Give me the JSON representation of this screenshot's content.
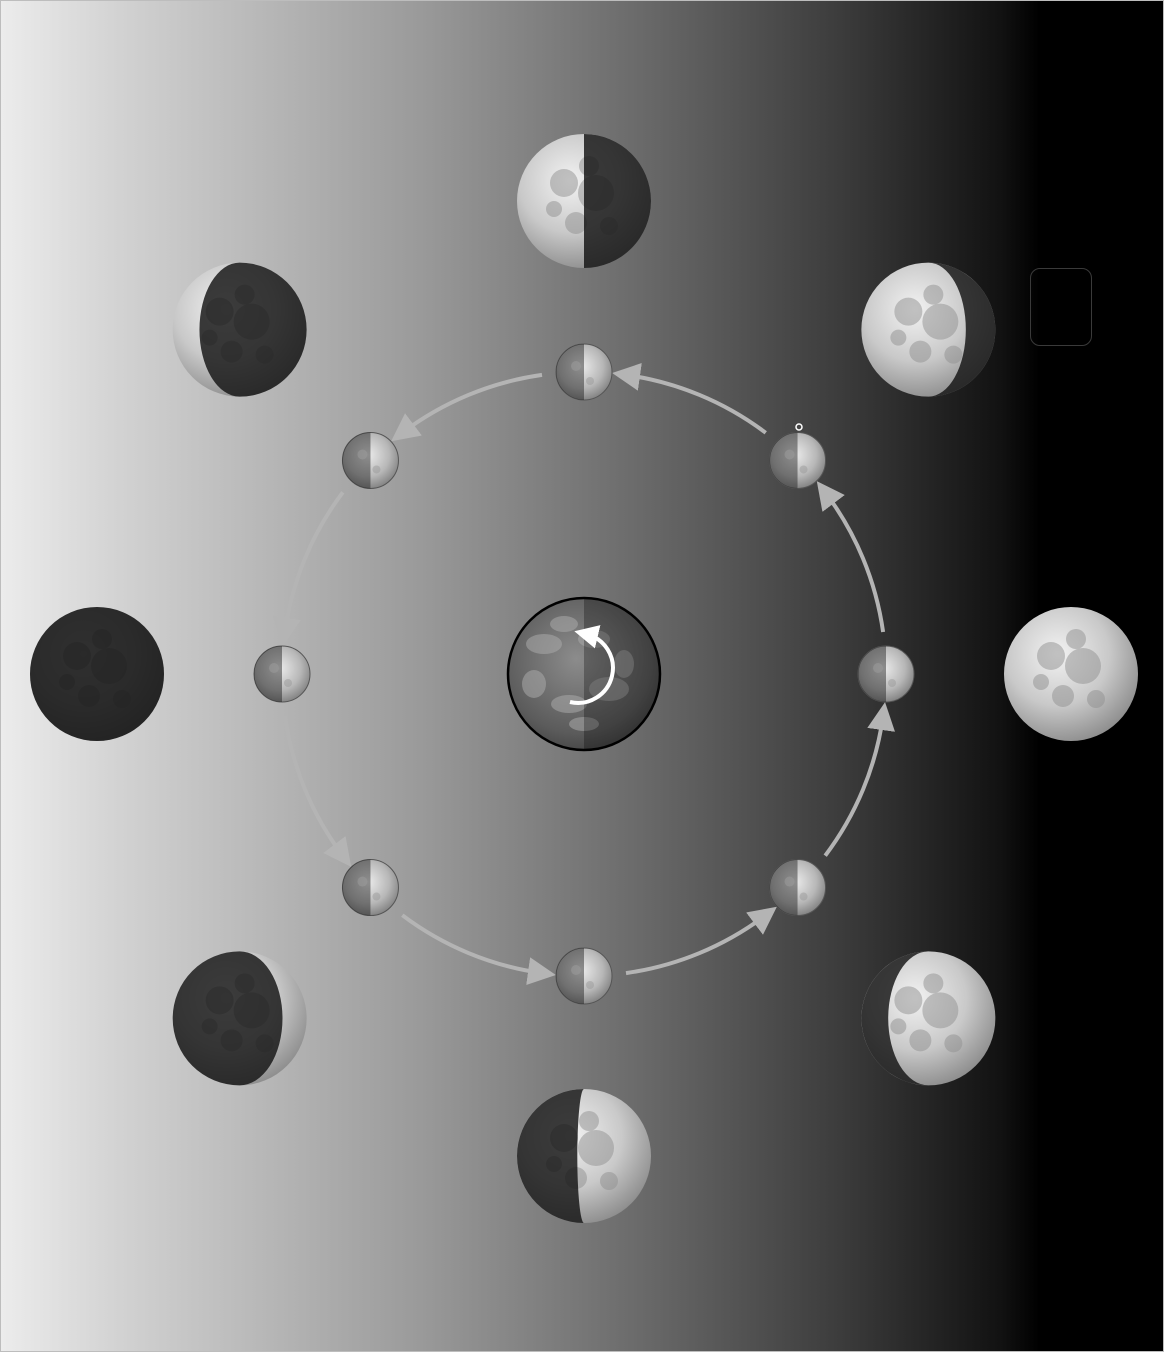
{
  "diagram": {
    "central_body": {
      "kind": "earth",
      "icon": "earth-icon",
      "rotation_icon": "counterclockwise-arrow-icon"
    },
    "orbit": {
      "direction": "counterclockwise",
      "icon": "orbit-arrow-icon"
    },
    "orbit_moons": [
      {
        "id": "east",
        "lit_side": "right"
      },
      {
        "id": "northeast",
        "lit_side": "right"
      },
      {
        "id": "north",
        "lit_side": "right"
      },
      {
        "id": "northwest",
        "lit_side": "right"
      },
      {
        "id": "west",
        "lit_side": "right"
      },
      {
        "id": "southwest",
        "lit_side": "right"
      },
      {
        "id": "south",
        "lit_side": "right"
      },
      {
        "id": "southeast",
        "lit_side": "right"
      }
    ],
    "phase_views": [
      {
        "id": "east",
        "phase": "full",
        "illumination": 1.0
      },
      {
        "id": "northeast",
        "phase": "waning-gibbous",
        "illumination": 0.78
      },
      {
        "id": "north",
        "phase": "last-quarter",
        "illumination": 0.5
      },
      {
        "id": "northwest",
        "phase": "waning-crescent",
        "illumination": 0.2
      },
      {
        "id": "west",
        "phase": "new",
        "illumination": 0.0
      },
      {
        "id": "southwest",
        "phase": "waxing-crescent",
        "illumination": 0.18
      },
      {
        "id": "south",
        "phase": "first-quarter-shaded",
        "illumination": 0.55
      },
      {
        "id": "southeast",
        "phase": "waxing-gibbous",
        "illumination": 0.8
      }
    ],
    "colors": {
      "orbit": "#b4b4b4",
      "earth": "#6f6f6f",
      "lunar_surface": "#cfcfcf",
      "shadow": "#141414"
    }
  }
}
